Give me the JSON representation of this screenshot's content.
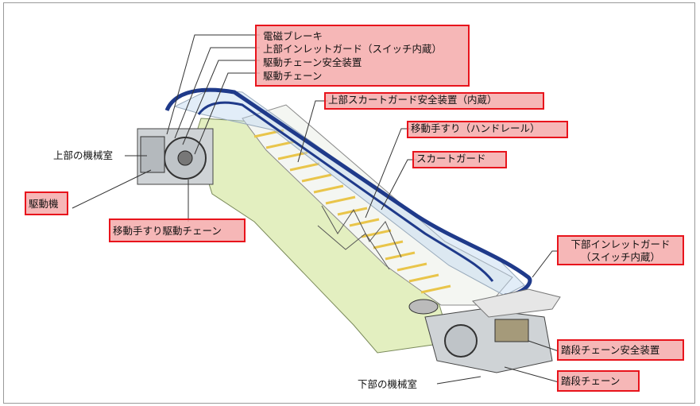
{
  "labels": {
    "denji_brake": "電磁ブレーキ",
    "upper_inlet_guard": "上部インレットガード（スイッチ内蔵）",
    "drive_chain_safety": "駆動チェーン安全装置",
    "drive_chain": "駆動チェーン",
    "upper_skirt_guard_safety": "上部スカートガード安全装置（内蔵）",
    "moving_handrail": "移動手すり（ハンドレール）",
    "skirt_guard": "スカートガード",
    "upper_machine_room": "上部の機械室",
    "drive_machine": "駆動機",
    "handrail_drive_chain": "移動手すり駆動チェーン",
    "lower_inlet_guard_line1": "下部インレットガード",
    "lower_inlet_guard_line2": "（スイッチ内蔵）",
    "step_chain_safety": "踏段チェーン安全装置",
    "lower_machine_room": "下部の機械室",
    "step_chain": "踏段チェーン"
  },
  "colors": {
    "highlight_fill": "#f5aaaa",
    "highlight_border": "#e8141c",
    "truss_green": "#e3efc0",
    "handrail_blue": "#1f3a8a",
    "step_yellow": "#e9c54a"
  }
}
